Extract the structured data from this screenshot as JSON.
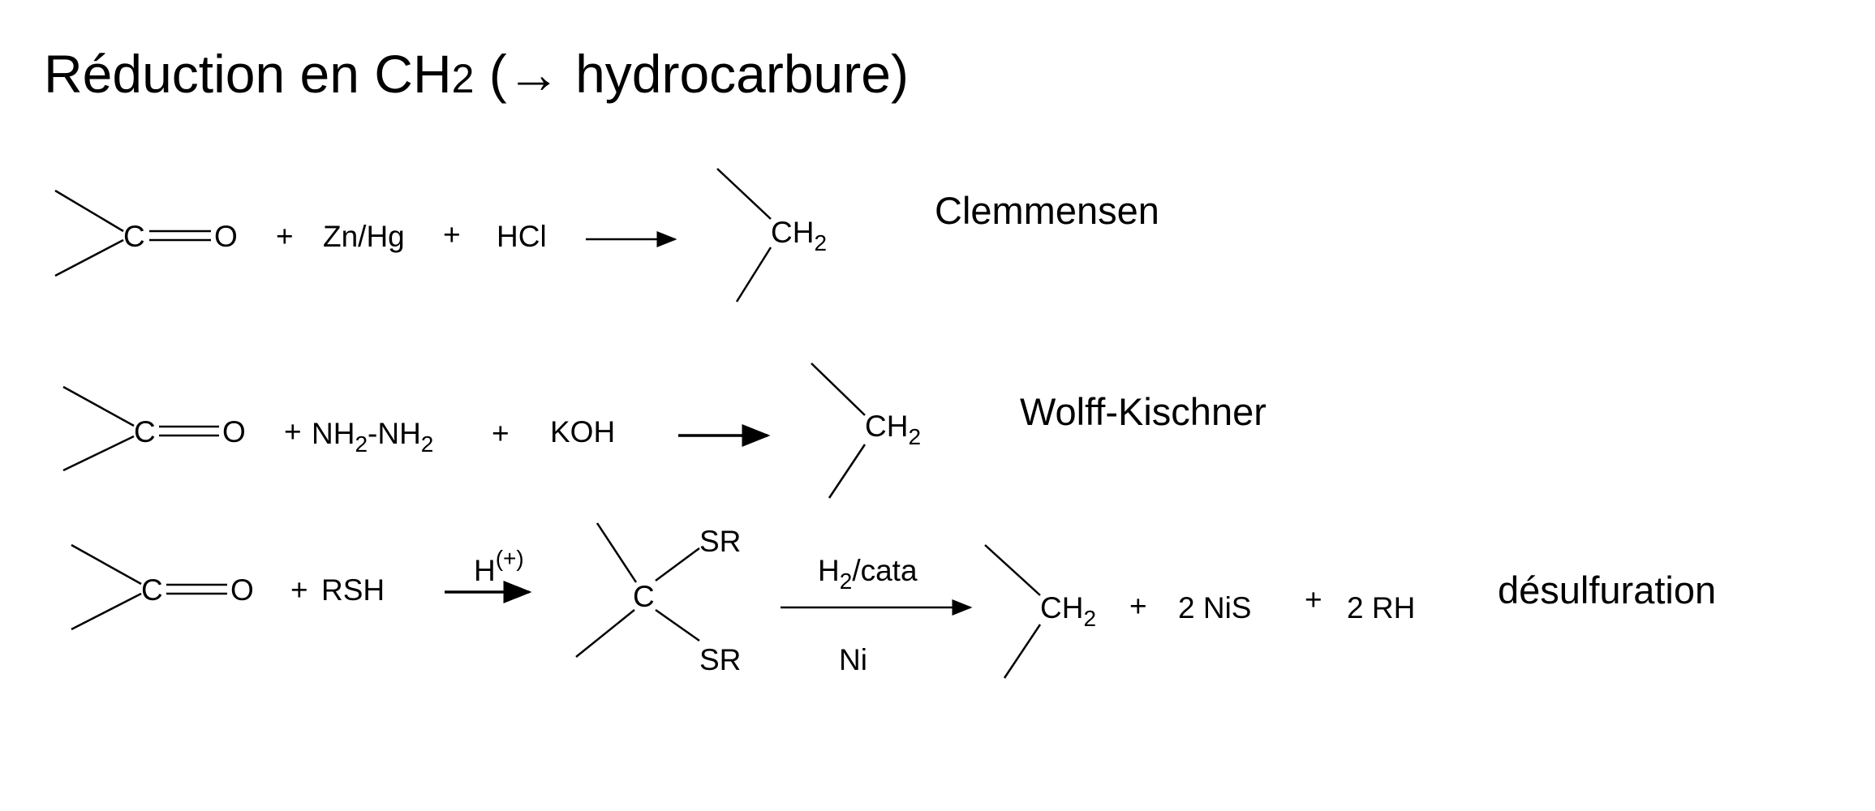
{
  "title": {
    "prefix": "Réduction en CH",
    "subscript": "2",
    "suffix": " (→ hydrocarbure)"
  },
  "common": {
    "carbonyl": "C",
    "oxygen": "O",
    "plus": "+",
    "ch": "CH",
    "sub2": "2"
  },
  "reactions": [
    {
      "reagent1": "Zn/Hg",
      "reagent2": "HCl",
      "name": "Clemmensen"
    },
    {
      "reagent1_a": "NH",
      "reagent1_b": "-NH",
      "reagent2": "KOH",
      "name": "Wolff-Kischner"
    },
    {
      "reagent1": "RSH",
      "catalyst_h": "H",
      "catalyst_sup": "(+)",
      "intermediate_c": "C",
      "intermediate_sr": "SR",
      "step2_above_a": "H",
      "step2_above_b": "/cata",
      "step2_below": "Ni",
      "product2": "2 NiS",
      "product3": "2  RH",
      "name": "désulfuration"
    }
  ]
}
